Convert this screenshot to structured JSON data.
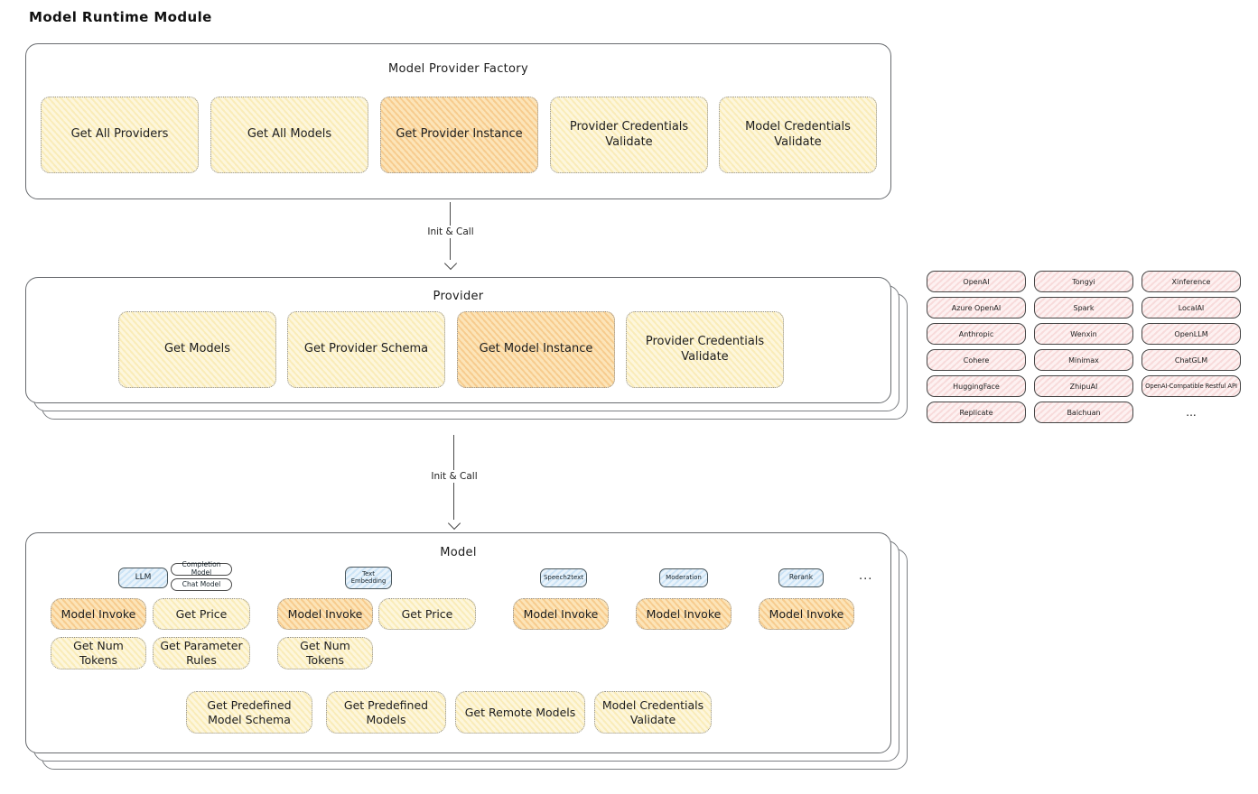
{
  "page": {
    "title": "Model Runtime Module"
  },
  "colors": {
    "node_yellow_fill": "#fdf6dc",
    "node_yellow_hatch": "#f7e39c",
    "node_orange_fill": "#fce4b8",
    "node_orange_hatch": "#f3bc72",
    "provider_chip_fill": "#fdf1f1",
    "provider_chip_hatch": "#f3c9c9",
    "type_badge_fill": "#e9f3fb",
    "type_badge_hatch": "#b9d9f2",
    "card_border": "#686b6f",
    "text": "#1d1d1d"
  },
  "factory": {
    "title": "Model Provider Factory",
    "nodes": {
      "get_all_providers": "Get All Providers",
      "get_all_models": "Get All Models",
      "get_provider_instance": "Get Provider Instance",
      "provider_credentials_validate": "Provider Credentials Validate",
      "model_credentials_validate": "Model Credentials Validate"
    }
  },
  "flows": {
    "factory_to_provider": "Init & Call",
    "provider_to_model": "Init & Call"
  },
  "provider": {
    "title": "Provider",
    "nodes": {
      "get_models": "Get Models",
      "get_provider_schema": "Get Provider Schema",
      "get_model_instance": "Get Model Instance",
      "provider_credentials_validate": "Provider Credentials Validate"
    }
  },
  "provider_list": {
    "items": [
      "OpenAI",
      "Tongyi",
      "Xinference",
      "Azure OpenAI",
      "Spark",
      "LocalAI",
      "Anthropic",
      "Wenxin",
      "OpenLLM",
      "Cohere",
      "Minimax",
      "ChatGLM",
      "HuggingFace",
      "ZhipuAI",
      "OpenAI-Compatible Restful API",
      "Replicate",
      "Baichuan"
    ],
    "more": "..."
  },
  "model": {
    "title": "Model",
    "type_badges": {
      "llm": "LLM",
      "completion_model": "Completion Model",
      "chat_model": "Chat Model",
      "text_embedding": "Text Embedding",
      "speech2text": "Speech2text",
      "moderation": "Moderation",
      "rerank": "Rerank",
      "more": "..."
    },
    "nodes": {
      "model_invoke": "Model Invoke",
      "get_price": "Get Price",
      "get_num_tokens": "Get Num Tokens",
      "get_parameter_rules": "Get Parameter Rules",
      "get_predefined_model_schema": "Get Predefined Model Schema",
      "get_predefined_models": "Get Predefined Models",
      "get_remote_models": "Get Remote Models",
      "model_credentials_validate": "Model Credentials Validate"
    }
  }
}
